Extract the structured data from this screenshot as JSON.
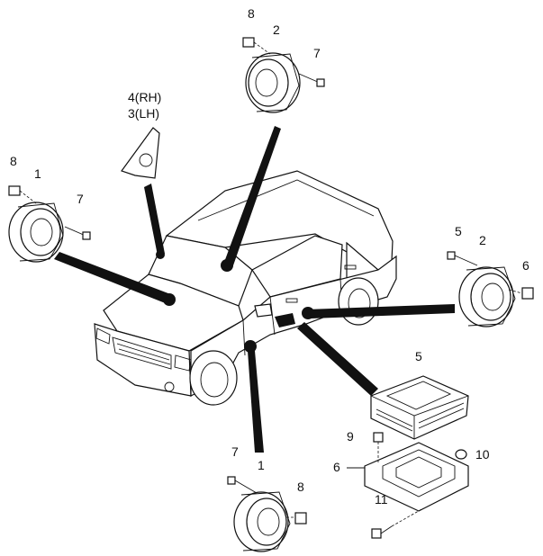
{
  "callouts": {
    "front_speaker_left": "1",
    "front_speaker_left_fastener_top": "8",
    "front_speaker_left_screw": "7",
    "top_speaker": "2",
    "top_speaker_fastener": "8",
    "top_speaker_screw": "7",
    "tweeter_rh": "4(RH)",
    "tweeter_lh": "3(LH)",
    "rear_speaker": "2",
    "rear_speaker_screw": "5",
    "rear_speaker_clip": "6",
    "amplifier": "5",
    "bracket_nut": "9",
    "bracket_nut_right": "10",
    "bracket_clip": "6",
    "bracket_bolt": "11",
    "bottom_speaker": "1",
    "bottom_speaker_screw": "7",
    "bottom_speaker_clip": "8"
  }
}
